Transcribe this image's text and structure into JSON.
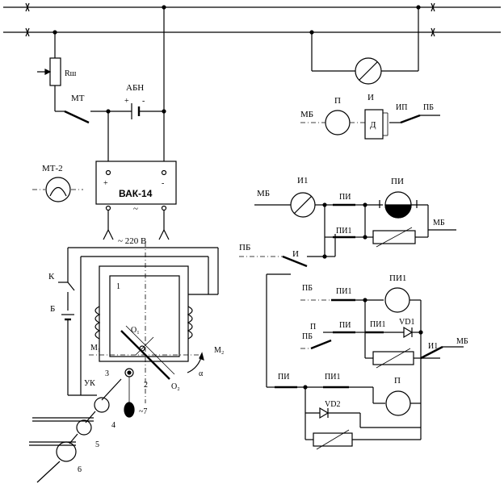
{
  "labels": {
    "r_sh": "Rш",
    "mt": "МТ",
    "abn": "АБН",
    "plus": "+",
    "minus": "-",
    "mt2": "МТ-2",
    "vak14": "ВАК-14",
    "vak_plus": "+",
    "vak_minus": "-",
    "vak_ac": "~",
    "mains": "~ 220 В",
    "k": "К",
    "b": "Б",
    "one": "1",
    "o1": "O₁",
    "o2": "O₂",
    "m1": "M₁",
    "m2": "M₂",
    "alpha": "α",
    "uk": "УК",
    "n2": "2",
    "n3": "3",
    "n4": "4",
    "n5": "5",
    "n6": "6",
    "n7": "~7",
    "mb_motor": "МБ",
    "p_motor": "П",
    "i_top": "И",
    "d_box": "Д",
    "ip": "ИП",
    "pb_top": "ПБ",
    "mb_ind": "МБ",
    "i1": "И1",
    "pi_contact": "ПИ",
    "pi_lamp": "ПИ",
    "pi1_contact": "ПИ1",
    "mb_right": "МБ",
    "pb_mid": "ПБ",
    "i_contact": "И",
    "pb_pi1": "ПБ",
    "pi1_c1": "ПИ1",
    "pi1_lamp": "ПИ1",
    "pb_low": "ПБ",
    "p_low": "П",
    "pi_low": "ПИ",
    "pi1_low": "ПИ1",
    "vd1": "VD1",
    "i1_low": "И1",
    "mb_low": "МБ",
    "pi_bot": "ПИ",
    "pi1_bot": "ПИ1",
    "p_bot": "П",
    "vd2": "VD2"
  }
}
